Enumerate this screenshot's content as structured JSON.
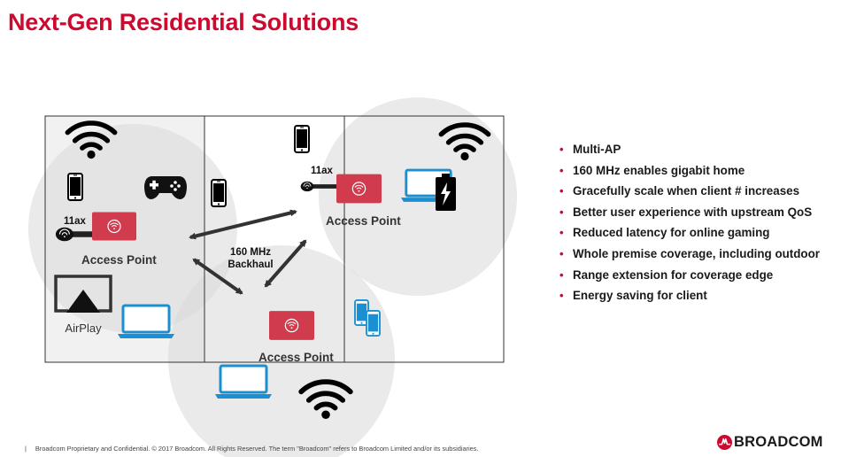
{
  "slide": {
    "title": "Next-Gen Residential Solutions"
  },
  "diagram": {
    "label_11ax_left": "11ax",
    "label_11ax_right": "11ax",
    "ap_left_label": "Access Point",
    "ap_right_label": "Access Point",
    "ap_bottom_label": "Access Point",
    "backhaul_line1": "160 MHz",
    "backhaul_line2": "Backhaul",
    "airplay_label": "AirPlay"
  },
  "bullets": [
    "Multi-AP",
    "160 MHz enables gigabit home",
    "Gracefully scale when client # increases",
    "Better user experience with upstream QoS",
    "Reduced latency for online gaming",
    "Whole premise coverage, including outdoor",
    "Range extension for coverage edge",
    "Energy saving for client"
  ],
  "footer": {
    "separator": "|",
    "text": "Broadcom  Proprietary and Confidential.  © 2017 Broadcom.  All Rights Reserved.  The term \"Broadcom\" refers to Broadcom  Limited and/or  its subsidiaries."
  },
  "logo": {
    "text": "BROADCOM"
  },
  "colors": {
    "brand_red": "#cc092f",
    "device_blue": "#1a8fd1",
    "coverage_gray": "#e6e6e6"
  }
}
